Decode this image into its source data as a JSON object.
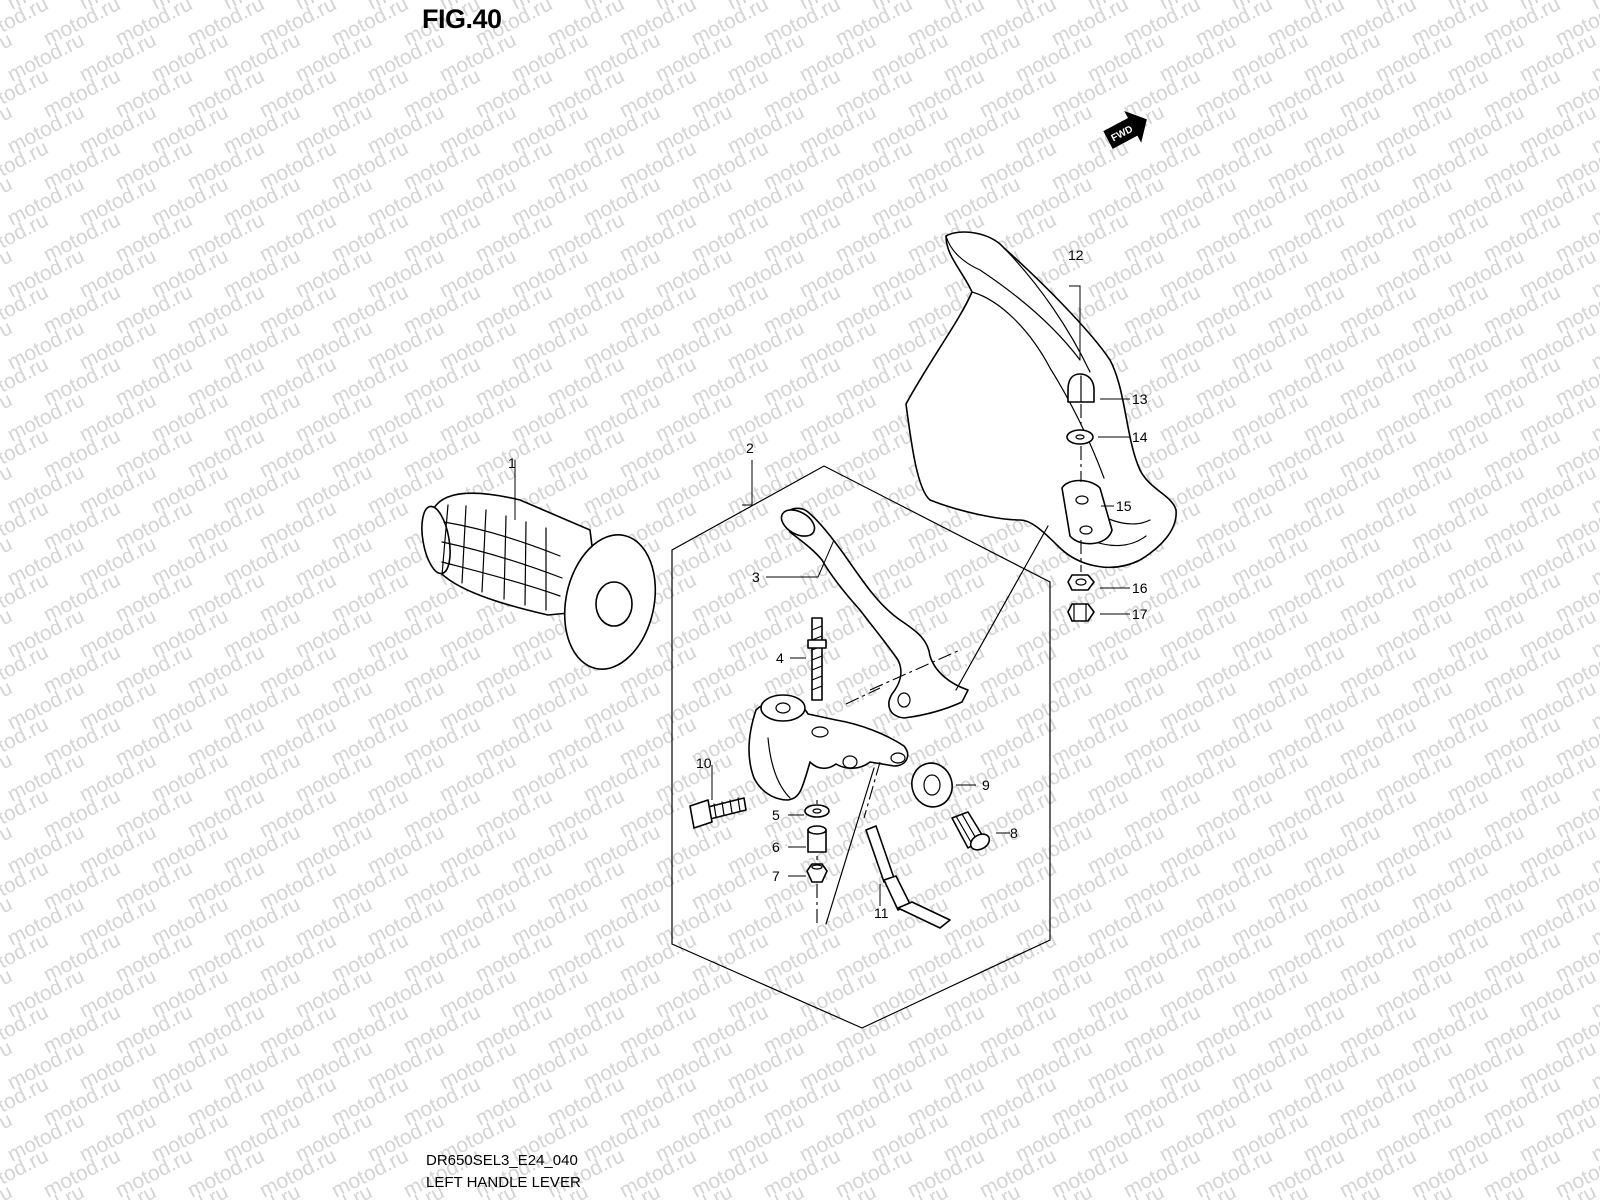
{
  "figure_title": "FIG.40",
  "diagram_code": "DR650SEL3_E24_040",
  "diagram_name": "LEFT HANDLE LEVER",
  "watermark_text": "motod.ru",
  "direction_badge": "FWD",
  "callouts": [
    "1",
    "2",
    "3",
    "4",
    "5",
    "6",
    "7",
    "8",
    "9",
    "10",
    "11",
    "12",
    "13",
    "14",
    "15",
    "16",
    "17"
  ],
  "colors": {
    "line": "#000000",
    "background": "#ffffff",
    "watermark": "#d4d4d4"
  }
}
